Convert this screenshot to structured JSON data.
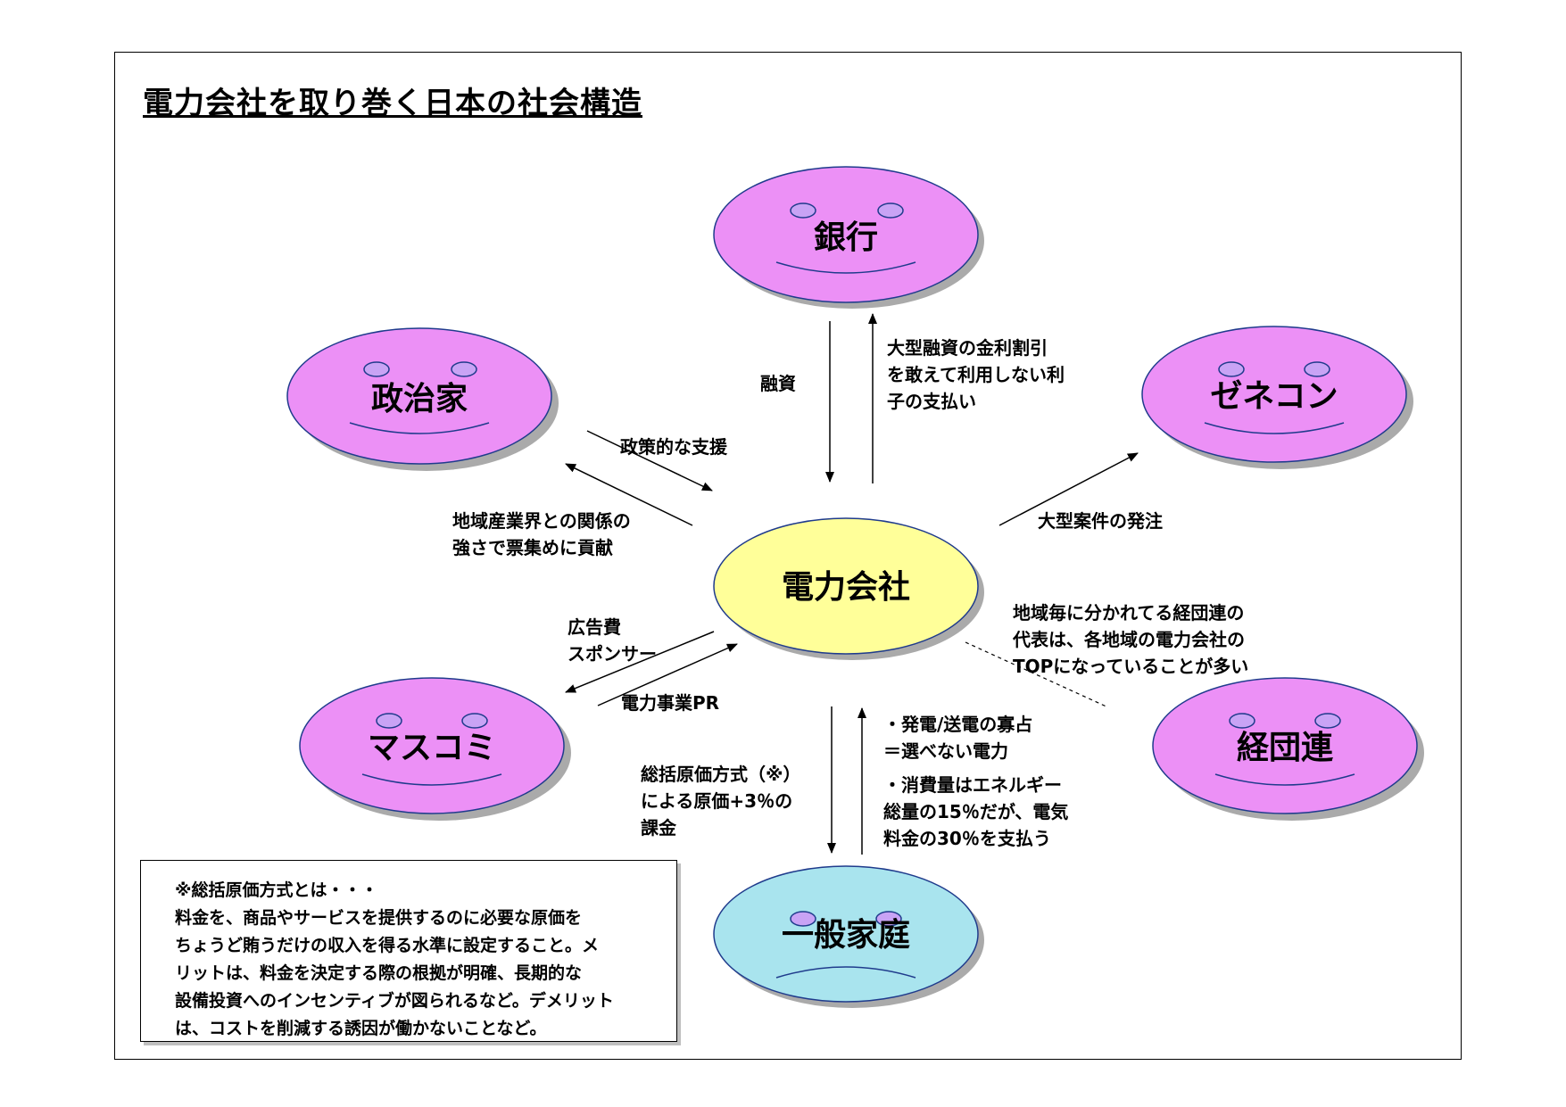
{
  "title": "電力会社を取り巻く日本の社会構造",
  "nodes": {
    "bank": "銀行",
    "politician": "政治家",
    "zenecon": "ゼネコン",
    "power_company": "電力会社",
    "mascomi": "マスコミ",
    "keidanren": "経団連",
    "household": "一般家庭"
  },
  "colors": {
    "purple_face": "#ec90f6",
    "yellow_face": "#ffff99",
    "blue_face": "#a9e4ee",
    "eye_fill": "#c9a3f5"
  },
  "labels": {
    "yushi": "融資",
    "bank_return": [
      "大型融資の金利割引",
      "を敢えて利用しない利",
      "子の支払い"
    ],
    "policy_support": "政策的な支援",
    "vote_gathering": [
      "地域産業界との関係の",
      "強さで票集めに貢献"
    ],
    "large_orders": "大型案件の発注",
    "ad_cost": [
      "広告費",
      "スポンサー"
    ],
    "power_pr": "電力事業PR",
    "keidanren_note": [
      "地域毎に分かれてる経団連の",
      "代表は、各地域の電力会社の",
      "TOPになっていることが多い"
    ],
    "household_points": [
      "・発電/送電の寡占",
      "＝選べない電力",
      "・消費量はエネルギー",
      "総量の15％だが、電気",
      "料金の30％を支払う"
    ],
    "pricing": [
      "総括原価方式（※）",
      "による原価+3％の",
      "課金"
    ]
  },
  "note": {
    "lines": [
      "※総括原価方式とは・・・",
      "料金を、商品やサービスを提供するのに必要な原価を",
      "ちょうど賄うだけの収入を得る水準に設定すること。メ",
      "リットは、料金を決定する際の根拠が明確、長期的な",
      "設備投資へのインセンティブが図られるなど。デメリット",
      "は、コストを削減する誘因が働かないことなど。"
    ]
  }
}
